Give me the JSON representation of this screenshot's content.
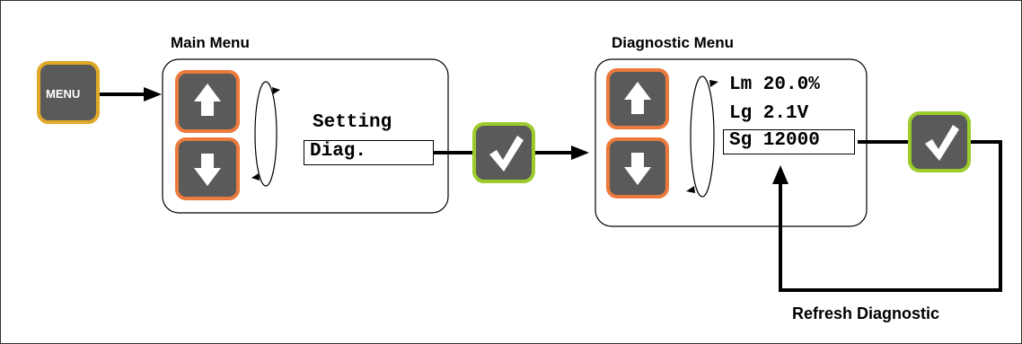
{
  "colors": {
    "button_fill": "#5a5a5a",
    "menu_border": "#e0a928",
    "nav_border": "#ec7a3c",
    "confirm_border": "#9ccc2c",
    "line": "#000000"
  },
  "menu_button": {
    "label": "MENU",
    "icon": "menu-button"
  },
  "main_menu": {
    "title": "Main Menu",
    "items": [
      "Setting",
      "Diag."
    ],
    "selected_index": 1,
    "up_icon": "arrow-up-icon",
    "down_icon": "arrow-down-icon",
    "cycle_icon": "cycle-loop-icon"
  },
  "diagnostic_menu": {
    "title": "Diagnostic Menu",
    "items": [
      "Lm 20.0%",
      "Lg 2.1V",
      "Sg 12000"
    ],
    "selected_index": 2,
    "up_icon": "arrow-up-icon",
    "down_icon": "arrow-down-icon",
    "cycle_icon": "cycle-loop-icon"
  },
  "confirm_icon": "checkmark-icon",
  "refresh_label": "Refresh Diagnostic"
}
